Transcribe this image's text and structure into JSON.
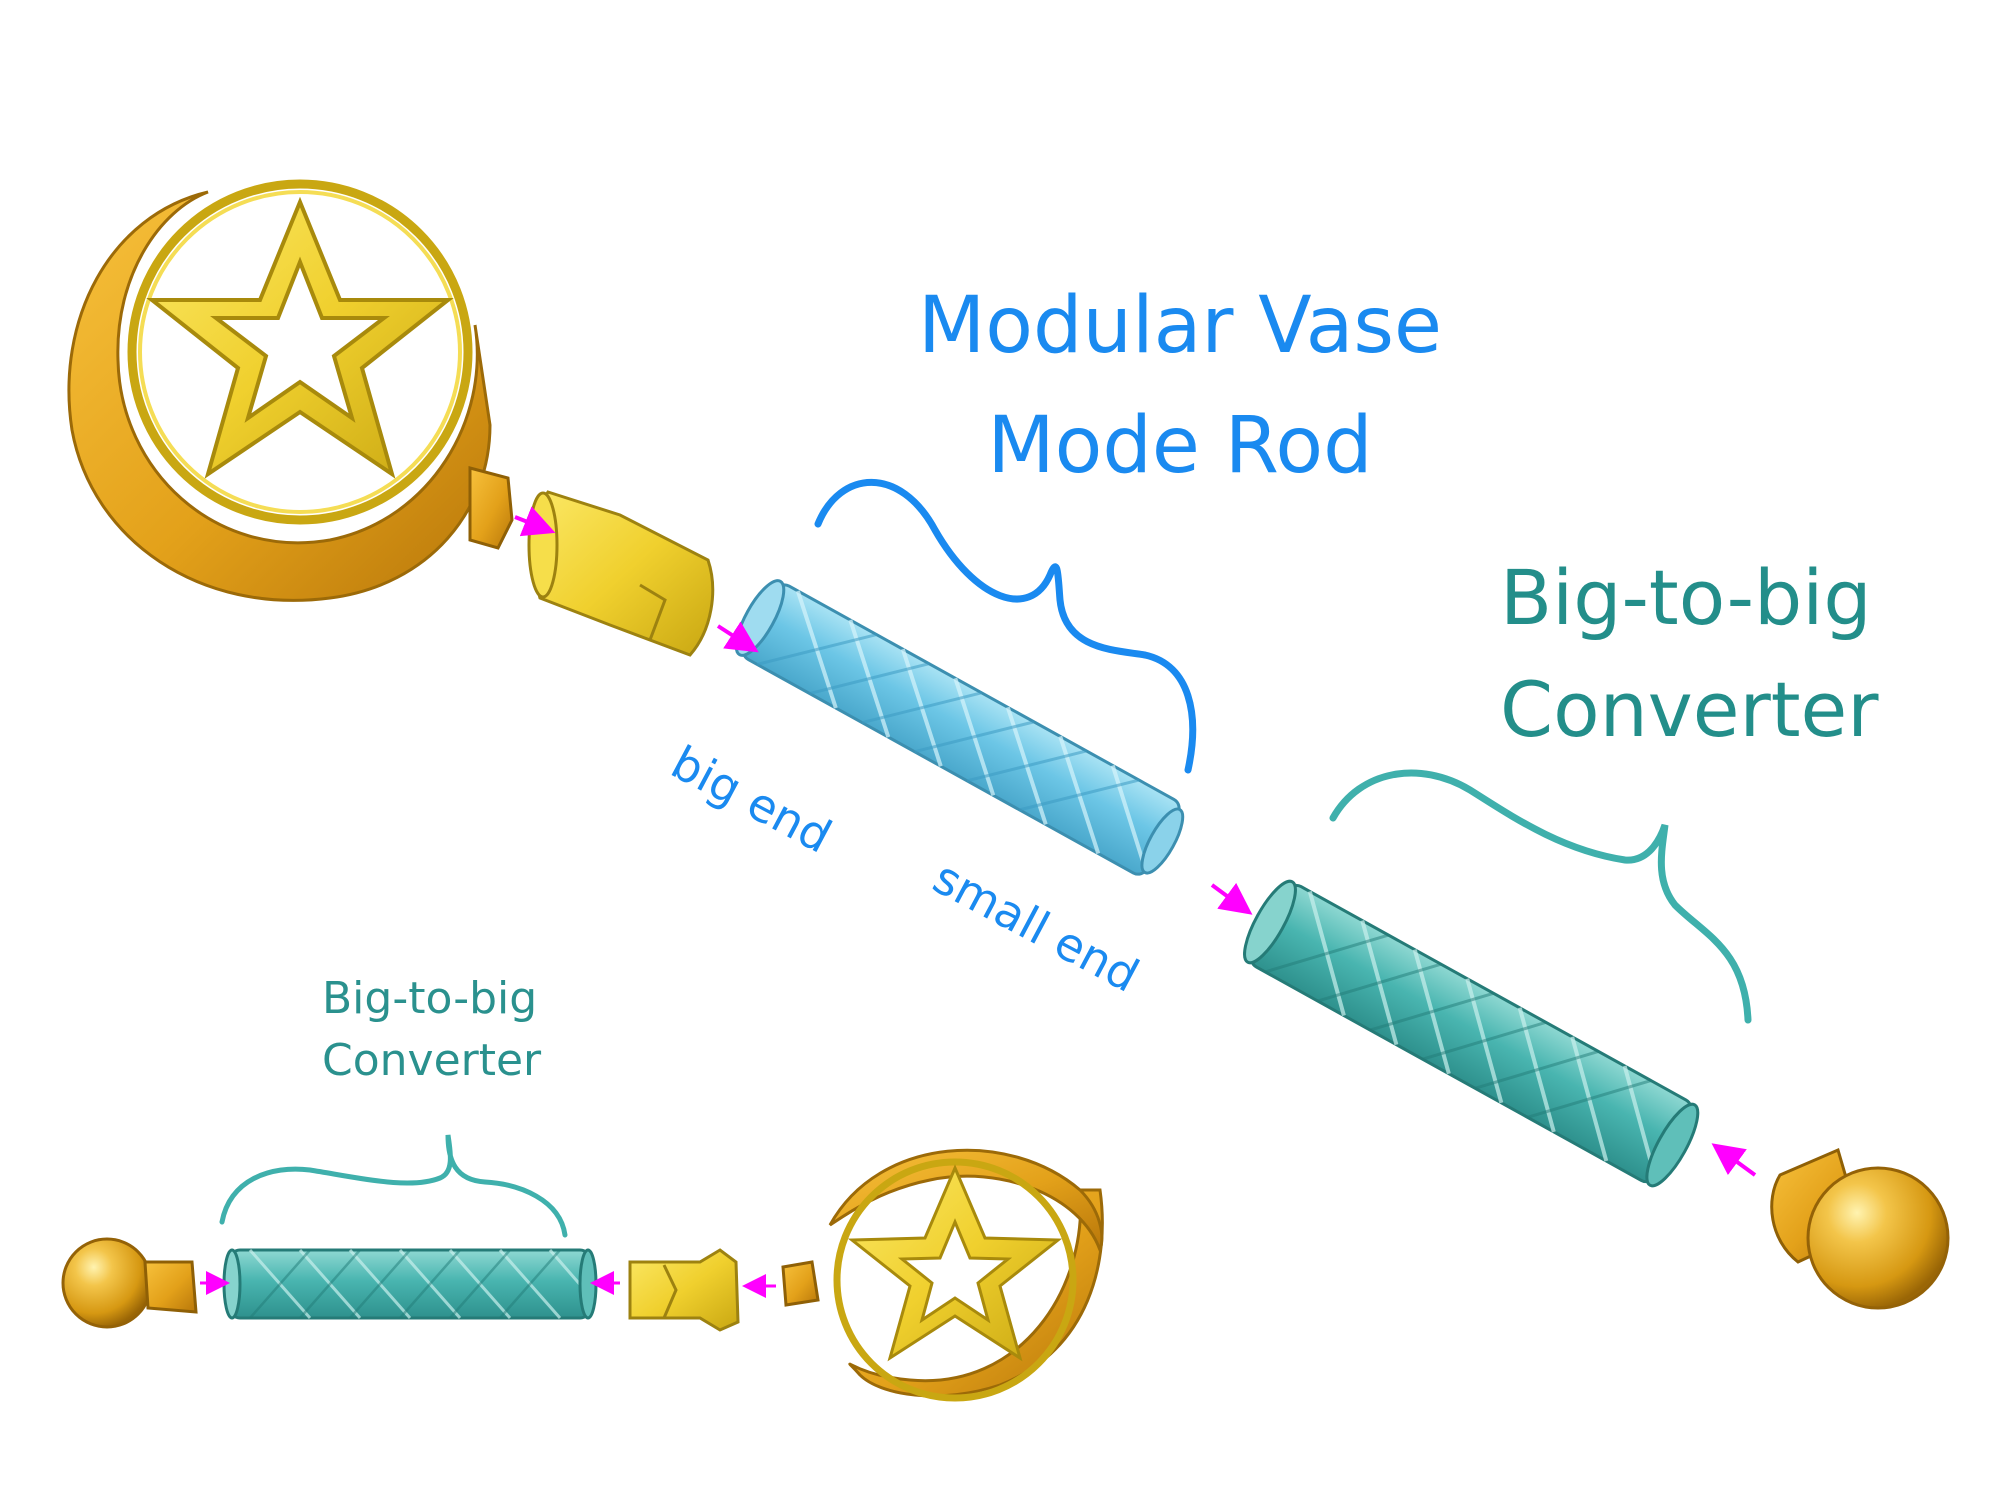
{
  "labels": {
    "rod_title_line1": "Modular Vase",
    "rod_title_line2": "Mode Rod",
    "big_end": "big end",
    "small_end": "small end",
    "converter_line1": "Big-to-big",
    "converter_line2": "Converter",
    "converter_small_line1": "Big-to-big",
    "converter_small_line2": "Converter"
  },
  "colors": {
    "rod_label": "#1a8af0",
    "converter_label": "#238e8a",
    "rod_tube": "#5fc3e6",
    "converter_tube": "#3fb0ac",
    "gold": "#e0a21a",
    "star_yellow": "#f1d230",
    "arrow": "#ff00ff"
  },
  "parts": [
    "moon-star-topper",
    "connector",
    "vase-mode-rod",
    "big-to-big-converter",
    "ball-end-cap"
  ]
}
